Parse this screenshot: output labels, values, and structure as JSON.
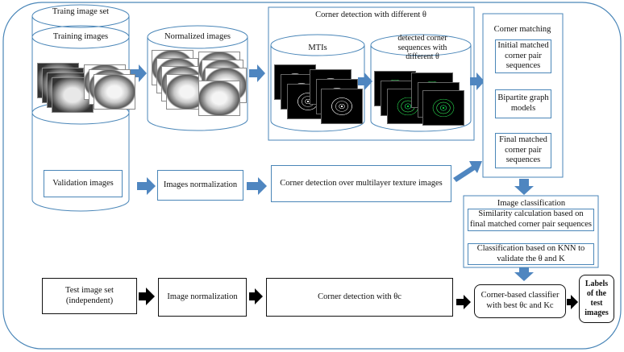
{
  "outer": {
    "training_set_title": "Traing image set",
    "training_images": "Training images",
    "normalized_images": "Normalized images",
    "corner_detection_title": "Corner detection with different θ",
    "mtis": "MTIs",
    "detected_corner_sequences": "detected corner sequences with different θ",
    "validation_images": "Validation images",
    "images_normalization": "Images normalization",
    "corner_detection_multilayer": "Corner detection over multilayer texture images"
  },
  "matching": {
    "title": "Corner matching",
    "initial": "Initial matched corner pair sequences",
    "bipartite": "Bipartite graph models",
    "final": "Final matched corner pair sequences"
  },
  "classification": {
    "title": "Image classification",
    "similarity": "Similarity calculation based on final matched corner pair sequences",
    "knn": "Classification based on KNN  to validate the θ and K"
  },
  "test": {
    "test_image_set": "Test image set (independent)",
    "image_normalization": "Image normalization",
    "corner_detection_c": "Corner detection with θc",
    "classifier": "Corner-based classifier with best θc  and Kc",
    "labels": "Labels of the test images"
  },
  "colors": {
    "accent": "#4a86b8",
    "arrow_blue": "#4f86c0",
    "arrow_black": "#000000"
  }
}
